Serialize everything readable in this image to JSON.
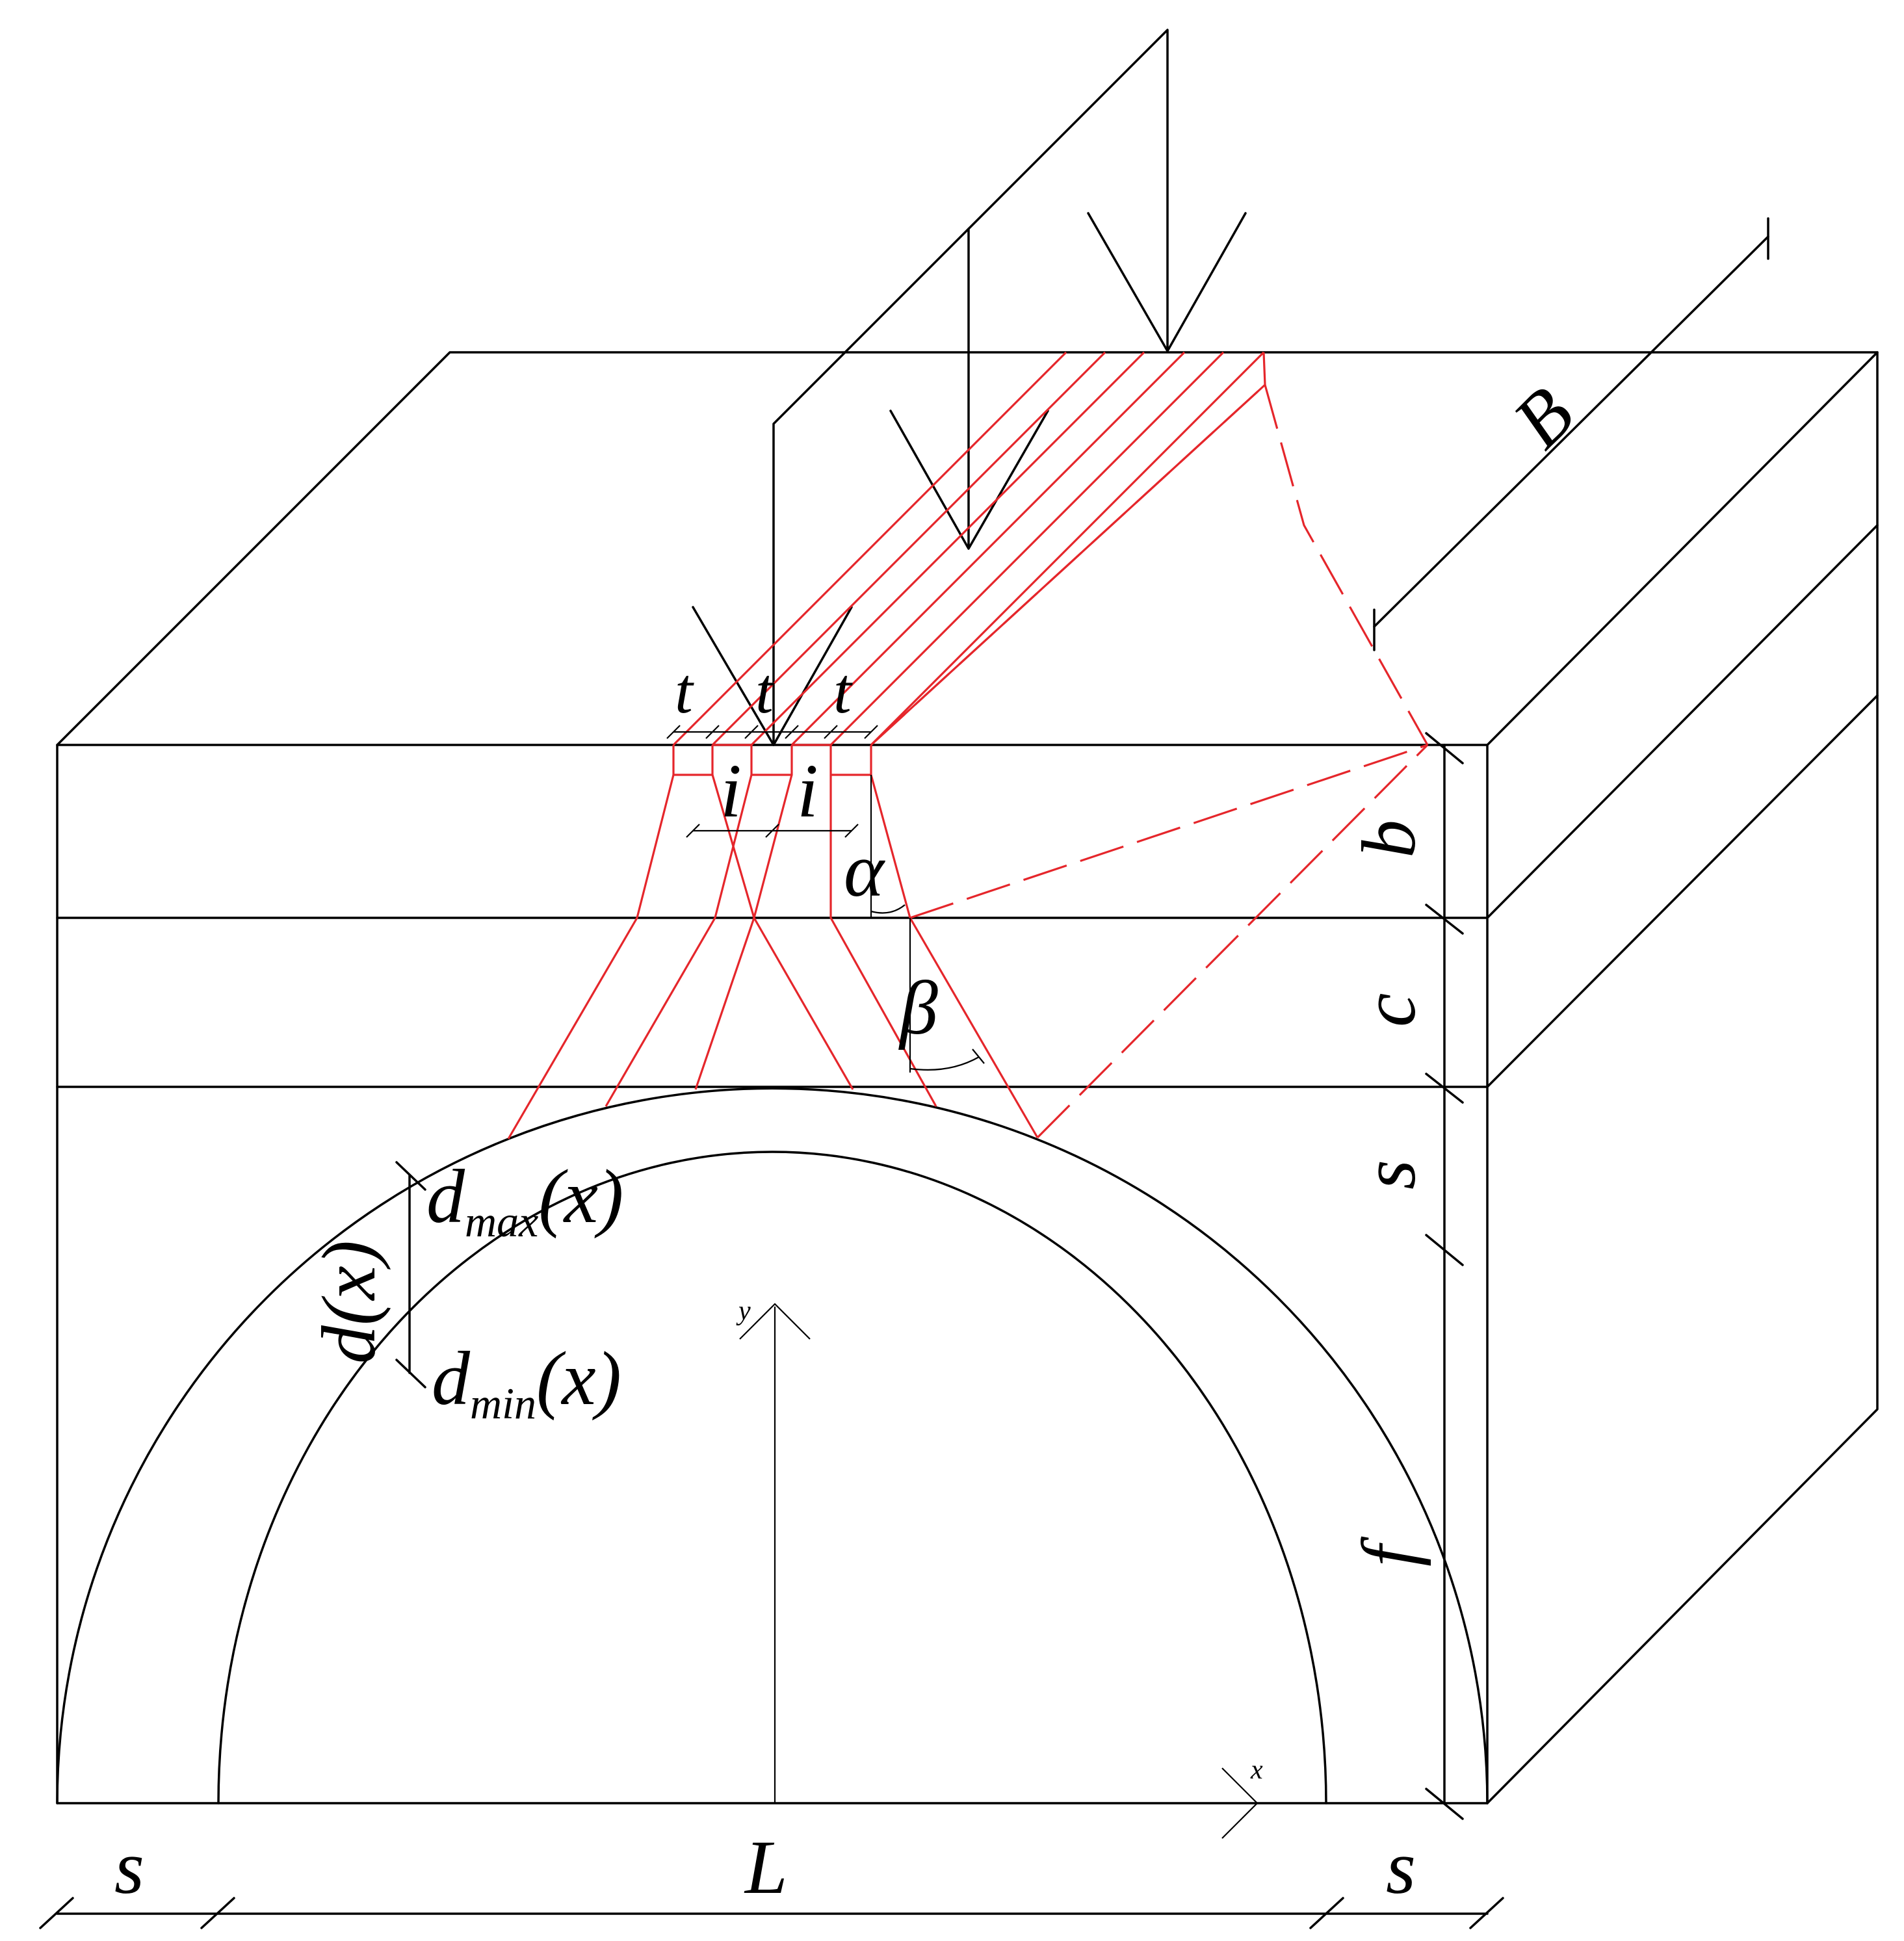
{
  "colors": {
    "line": "#000000",
    "failure_surface": "#e5262b",
    "background": "#ffffff"
  },
  "labels": {
    "B": "B",
    "b": "b",
    "c": "c",
    "s_right": "s",
    "f": "f",
    "L": "L",
    "s_left_bottom": "s",
    "s_right_bottom": "s",
    "t1": "t",
    "t2": "t",
    "t3": "t",
    "i1": "i",
    "i2": "i",
    "alpha": "α",
    "beta": "β",
    "d_x": "d(x)",
    "d_max_main": "d",
    "d_max_sub": "max",
    "d_max_tail": "(x)",
    "d_min_main": "d",
    "d_min_sub": "min",
    "d_min_tail": "(x)",
    "axis_x": "x",
    "axis_y": "y"
  }
}
